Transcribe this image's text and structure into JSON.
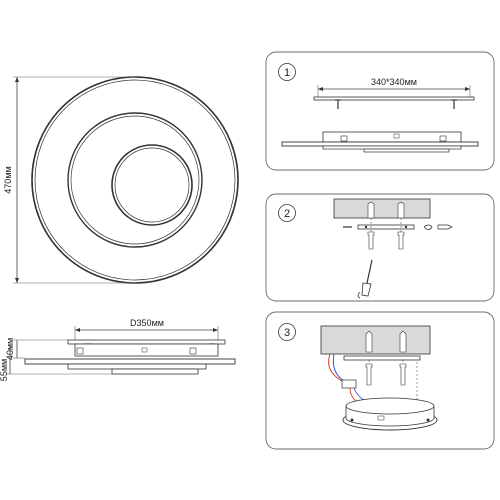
{
  "top_view": {
    "diameter_label": "470мм"
  },
  "side_view": {
    "width_label": "D350мм",
    "height_upper_label": "40мм",
    "height_total_label": "55мм"
  },
  "steps": [
    {
      "number": "1",
      "bracket_label": "340*340мм"
    },
    {
      "number": "2"
    },
    {
      "number": "3"
    }
  ],
  "colors": {
    "stroke": "#333333",
    "panel_border": "#6b6b6b",
    "wire_red": "#d23a2a",
    "wire_blue": "#3b5bd6",
    "ceiling_fill": "#d9d9d9"
  }
}
